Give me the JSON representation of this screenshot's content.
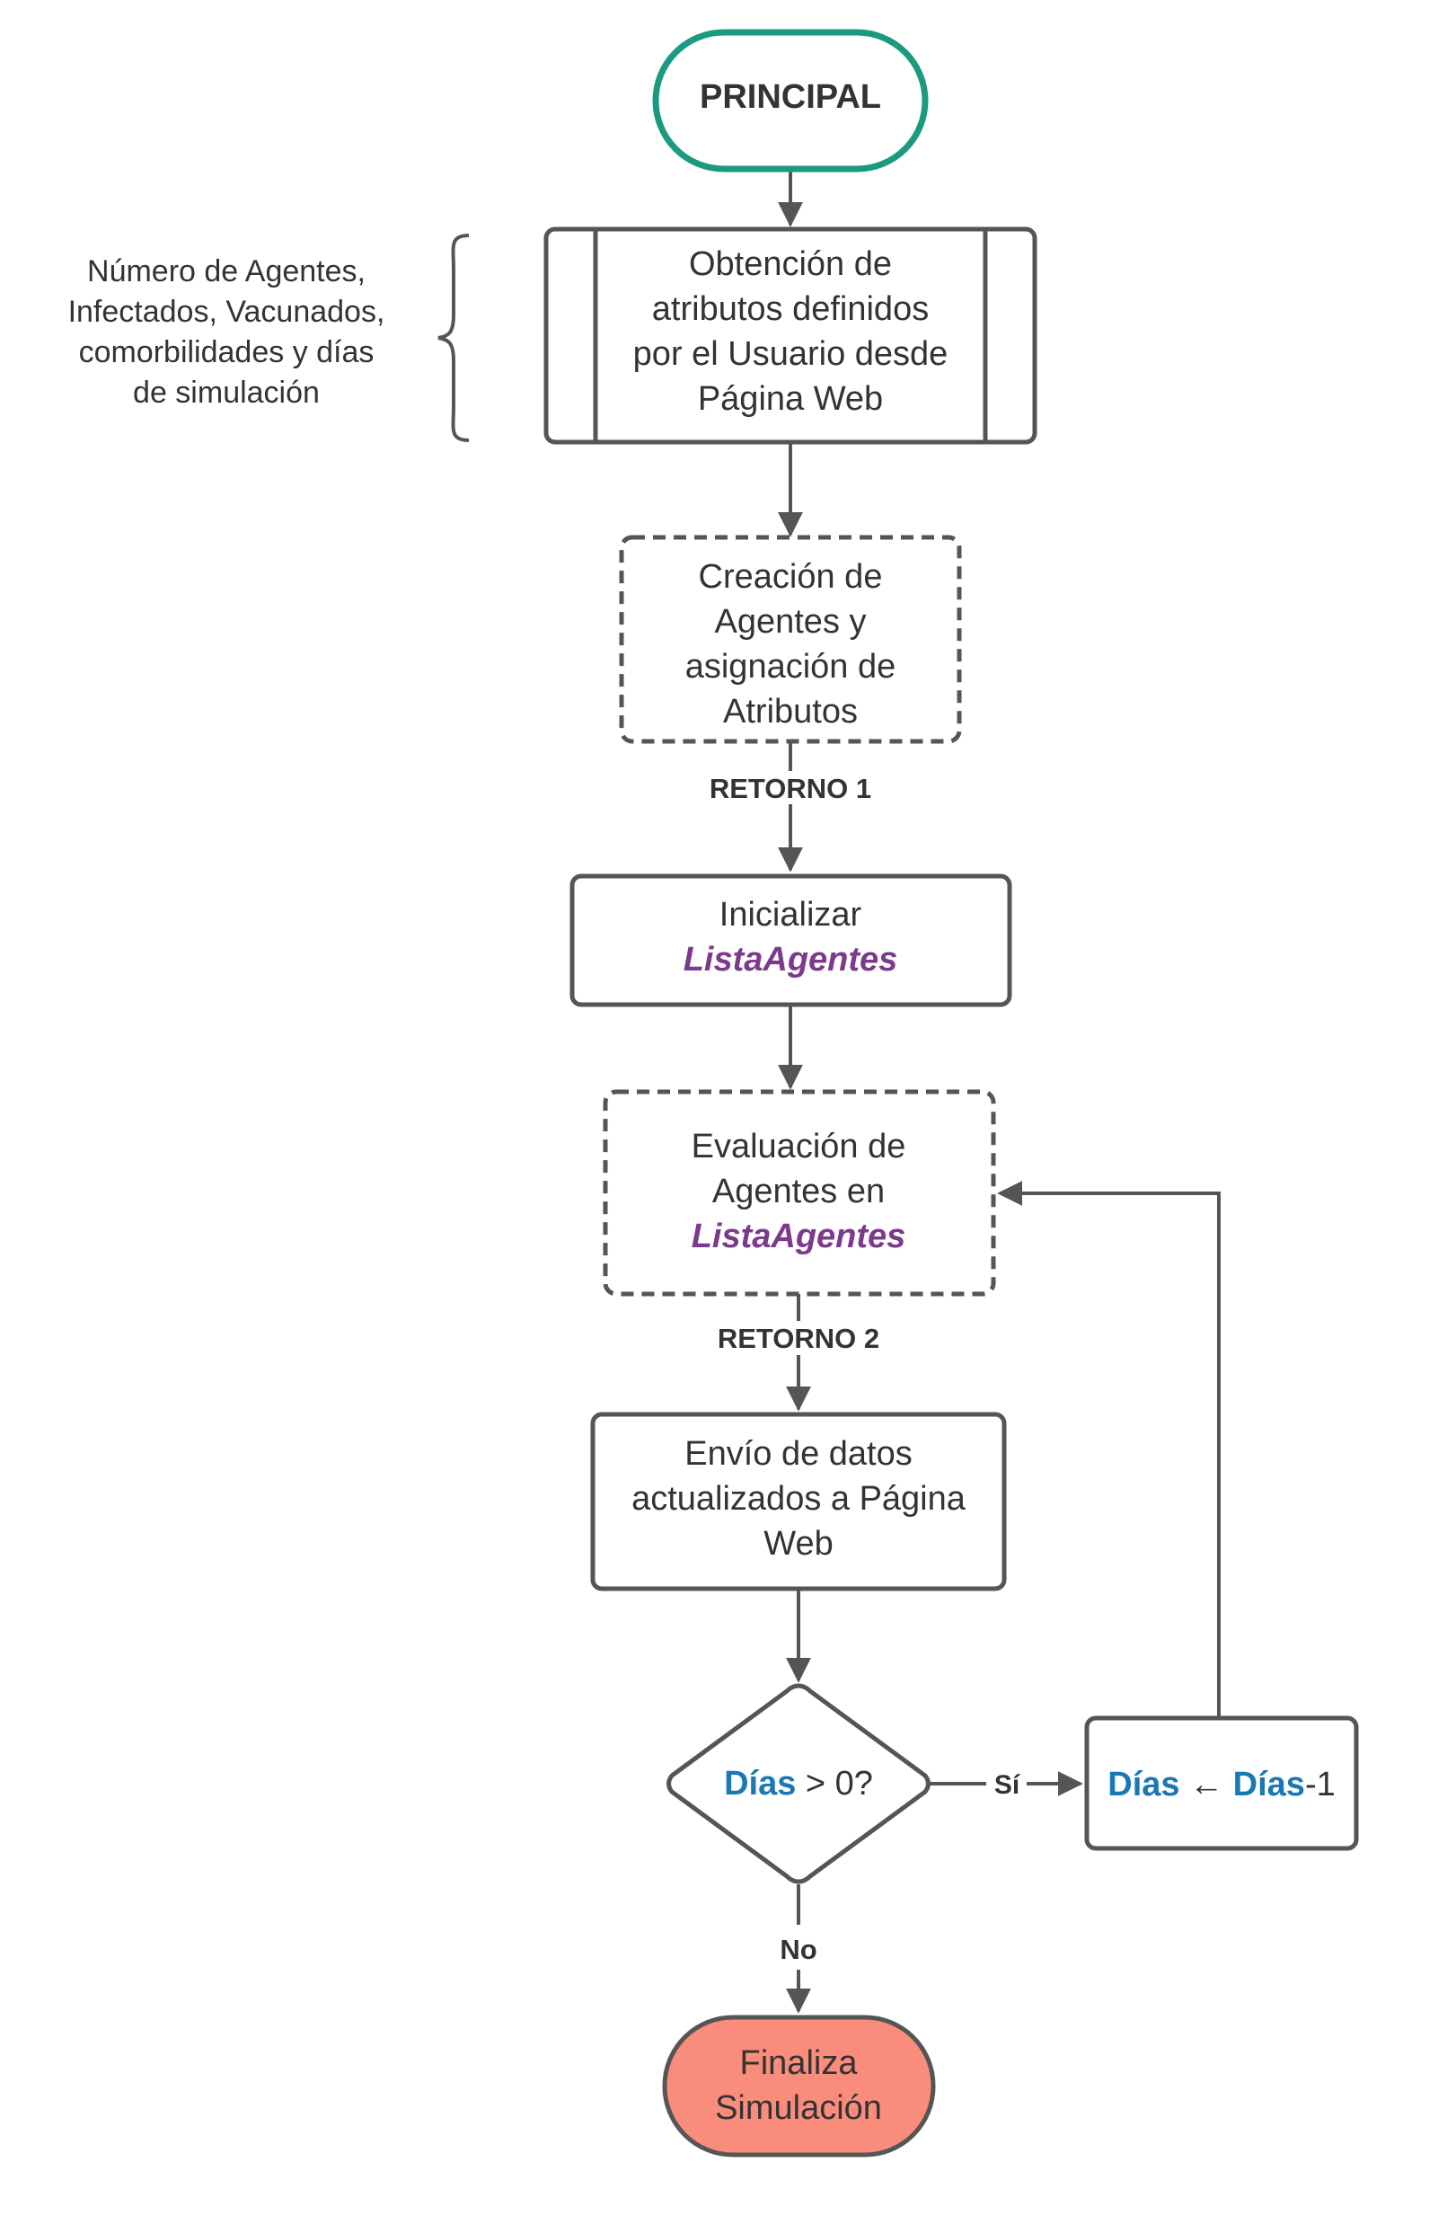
{
  "nodes": {
    "principal": {
      "label": "PRINCIPAL"
    },
    "obtencion": {
      "lines": [
        "Obtención de",
        "atributos definidos",
        "por el Usuario desde",
        "Página Web"
      ]
    },
    "annotation": {
      "lines": [
        "Número de Agentes,",
        "Infectados, Vacunados,",
        "comorbilidades y días",
        "de simulación"
      ]
    },
    "creacion": {
      "lines": [
        "Creación de",
        "Agentes y",
        "asignación de",
        "Atributos"
      ]
    },
    "retorno1": {
      "label": "RETORNO 1"
    },
    "inicializar": {
      "line1": "Inicializar",
      "line2": "ListaAgentes"
    },
    "evaluacion": {
      "line1": "Evaluación de",
      "line2": "Agentes en",
      "line3": "ListaAgentes"
    },
    "retorno2": {
      "label": "RETORNO 2"
    },
    "envio": {
      "lines": [
        "Envío de datos",
        "actualizados a Página",
        "Web"
      ]
    },
    "decision": {
      "var": "Días",
      "rest": " > 0?"
    },
    "update": {
      "var1": "Días",
      "arrow": " ← ",
      "var2": "Días",
      "rest": "-1"
    },
    "fin": {
      "lines": [
        "Finaliza",
        "Simulación"
      ]
    }
  },
  "edges": {
    "si_label": "Sí",
    "no_label": "No"
  },
  "colors": {
    "start_border": "#1a9a80",
    "end_fill": "#fa8c7c",
    "stroke": "#555555",
    "purple": "#7b3a8c",
    "blue": "#1a78b4"
  }
}
